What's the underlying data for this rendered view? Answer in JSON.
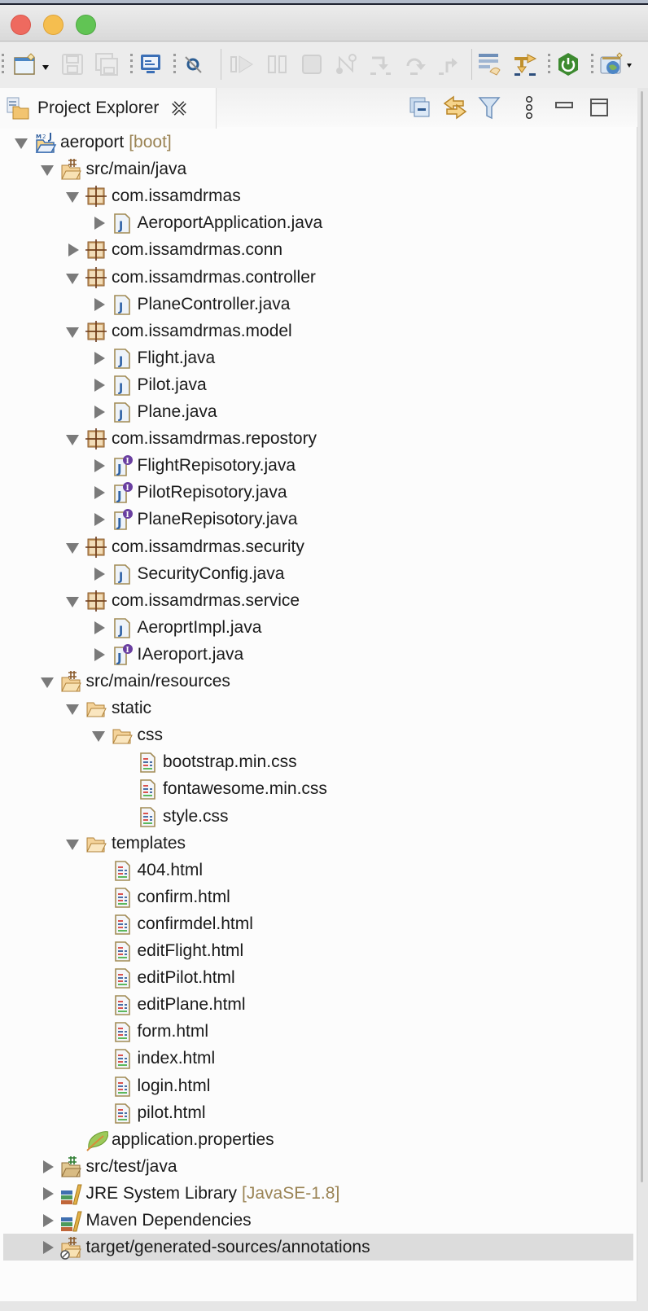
{
  "window": {
    "controls": [
      "close",
      "minimize",
      "zoom"
    ]
  },
  "toolbar": {
    "items": [
      {
        "name": "new-wizard-button",
        "icon": "new-wizard-icon",
        "enabled": true,
        "has_dropdown": true
      },
      {
        "name": "save-button",
        "icon": "save-icon",
        "enabled": false
      },
      {
        "name": "save-all-button",
        "icon": "save-all-icon",
        "enabled": false
      },
      {
        "name": "open-console-button",
        "icon": "console-icon",
        "enabled": true
      },
      {
        "name": "skip-breakpoints-button",
        "icon": "skip-breakpoints-icon",
        "enabled": true
      },
      {
        "name": "resume-button",
        "icon": "resume-icon",
        "enabled": false
      },
      {
        "name": "suspend-button",
        "icon": "suspend-icon",
        "enabled": false
      },
      {
        "name": "terminate-button",
        "icon": "terminate-icon",
        "enabled": false
      },
      {
        "name": "disconnect-button",
        "icon": "disconnect-icon",
        "enabled": false
      },
      {
        "name": "step-into-button",
        "icon": "step-into-icon",
        "enabled": false
      },
      {
        "name": "step-over-button",
        "icon": "step-over-icon",
        "enabled": false
      },
      {
        "name": "step-return-button",
        "icon": "step-return-icon",
        "enabled": false
      },
      {
        "name": "drop-to-frame-button",
        "icon": "drop-to-frame-icon",
        "enabled": true
      },
      {
        "name": "use-step-filters-button",
        "icon": "step-filters-icon",
        "enabled": true
      },
      {
        "name": "spring-boot-dashboard-button",
        "icon": "spring-power-icon",
        "enabled": true
      },
      {
        "name": "new-web-project-button",
        "icon": "web-project-icon",
        "enabled": true,
        "has_dropdown": true
      }
    ]
  },
  "view": {
    "title": "Project Explorer",
    "close_icon": "close-view-icon",
    "tools": [
      {
        "name": "collapse-all-button",
        "icon": "collapse-all-icon"
      },
      {
        "name": "link-with-editor-button",
        "icon": "link-editor-icon"
      },
      {
        "name": "filter-button",
        "icon": "filter-icon"
      },
      {
        "name": "view-menu-button",
        "icon": "kebab-menu-icon"
      },
      {
        "name": "minimize-view-button",
        "icon": "minimize-icon"
      },
      {
        "name": "maximize-view-button",
        "icon": "maximize-icon"
      }
    ]
  },
  "tree": [
    {
      "label": "aeroport",
      "decoration": "[boot]",
      "level": 0,
      "state": "expanded",
      "icon": "maven-project"
    },
    {
      "label": "src/main/java",
      "level": 1,
      "state": "expanded",
      "icon": "source-folder"
    },
    {
      "label": "com.issamdrmas",
      "level": 2,
      "state": "expanded",
      "icon": "package"
    },
    {
      "label": "AeroportApplication.java",
      "level": 3,
      "state": "collapsed",
      "icon": "java-file"
    },
    {
      "label": "com.issamdrmas.conn",
      "level": 2,
      "state": "collapsed",
      "icon": "package"
    },
    {
      "label": "com.issamdrmas.controller",
      "level": 2,
      "state": "expanded",
      "icon": "package"
    },
    {
      "label": "PlaneController.java",
      "level": 3,
      "state": "collapsed",
      "icon": "java-file"
    },
    {
      "label": "com.issamdrmas.model",
      "level": 2,
      "state": "expanded",
      "icon": "package"
    },
    {
      "label": "Flight.java",
      "level": 3,
      "state": "collapsed",
      "icon": "java-file"
    },
    {
      "label": "Pilot.java",
      "level": 3,
      "state": "collapsed",
      "icon": "java-file"
    },
    {
      "label": "Plane.java",
      "level": 3,
      "state": "collapsed",
      "icon": "java-file"
    },
    {
      "label": "com.issamdrmas.repostory",
      "level": 2,
      "state": "expanded",
      "icon": "package"
    },
    {
      "label": "FlightRepisotory.java",
      "level": 3,
      "state": "collapsed",
      "icon": "java-interface"
    },
    {
      "label": "PilotRepisotory.java",
      "level": 3,
      "state": "collapsed",
      "icon": "java-interface"
    },
    {
      "label": "PlaneRepisotory.java",
      "level": 3,
      "state": "collapsed",
      "icon": "java-interface"
    },
    {
      "label": "com.issamdrmas.security",
      "level": 2,
      "state": "expanded",
      "icon": "package"
    },
    {
      "label": "SecurityConfig.java",
      "level": 3,
      "state": "collapsed",
      "icon": "java-file"
    },
    {
      "label": "com.issamdrmas.service",
      "level": 2,
      "state": "expanded",
      "icon": "package"
    },
    {
      "label": "AeroprtImpl.java",
      "level": 3,
      "state": "collapsed",
      "icon": "java-file"
    },
    {
      "label": "IAeroport.java",
      "level": 3,
      "state": "collapsed",
      "icon": "java-interface"
    },
    {
      "label": "src/main/resources",
      "level": 1,
      "state": "expanded",
      "icon": "source-folder"
    },
    {
      "label": "static",
      "level": 2,
      "state": "expanded",
      "icon": "folder-open"
    },
    {
      "label": "css",
      "level": 3,
      "state": "expanded",
      "icon": "folder-open"
    },
    {
      "label": "bootstrap.min.css",
      "level": 4,
      "state": "leaf",
      "icon": "text-file"
    },
    {
      "label": "fontawesome.min.css",
      "level": 4,
      "state": "leaf",
      "icon": "text-file"
    },
    {
      "label": "style.css",
      "level": 4,
      "state": "leaf",
      "icon": "text-file"
    },
    {
      "label": "templates",
      "level": 2,
      "state": "expanded",
      "icon": "folder-open"
    },
    {
      "label": "404.html",
      "level": 3,
      "state": "leaf",
      "icon": "text-file"
    },
    {
      "label": "confirm.html",
      "level": 3,
      "state": "leaf",
      "icon": "text-file"
    },
    {
      "label": "confirmdel.html",
      "level": 3,
      "state": "leaf",
      "icon": "text-file"
    },
    {
      "label": "editFlight.html",
      "level": 3,
      "state": "leaf",
      "icon": "text-file"
    },
    {
      "label": "editPilot.html",
      "level": 3,
      "state": "leaf",
      "icon": "text-file"
    },
    {
      "label": "editPlane.html",
      "level": 3,
      "state": "leaf",
      "icon": "text-file"
    },
    {
      "label": "form.html",
      "level": 3,
      "state": "leaf",
      "icon": "text-file"
    },
    {
      "label": "index.html",
      "level": 3,
      "state": "leaf",
      "icon": "text-file"
    },
    {
      "label": "login.html",
      "level": 3,
      "state": "leaf",
      "icon": "text-file"
    },
    {
      "label": "pilot.html",
      "level": 3,
      "state": "leaf",
      "icon": "text-file"
    },
    {
      "label": "application.properties",
      "level": 2,
      "state": "leaf",
      "icon": "spring-properties"
    },
    {
      "label": "src/test/java",
      "level": 1,
      "state": "collapsed",
      "icon": "source-folder-test"
    },
    {
      "label": "JRE System Library",
      "decoration": "[JavaSE-1.8]",
      "level": 1,
      "state": "collapsed",
      "icon": "library"
    },
    {
      "label": "Maven Dependencies",
      "level": 1,
      "state": "collapsed",
      "icon": "library"
    },
    {
      "label": "target/generated-sources/annotations",
      "level": 1,
      "state": "collapsed",
      "icon": "source-folder-ignored",
      "selected": true
    }
  ]
}
